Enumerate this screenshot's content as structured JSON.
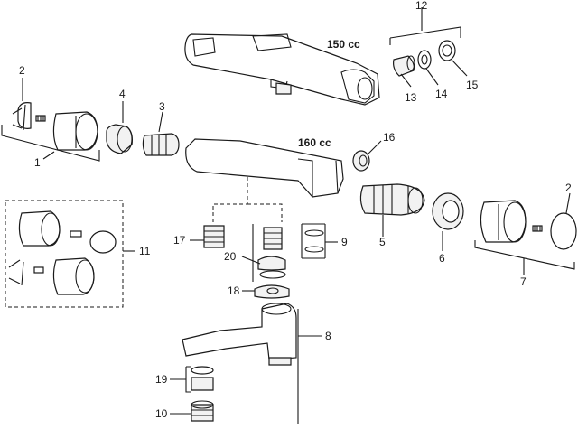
{
  "diagram": {
    "capacity_labels": {
      "upper_body": "150 cc",
      "lower_body": "160 cc"
    },
    "callouts": {
      "c1": "1",
      "c2a": "2",
      "c2b": "2",
      "c3": "3",
      "c4": "4",
      "c5": "5",
      "c6": "6",
      "c7": "7",
      "c8": "8",
      "c9": "9",
      "c10": "10",
      "c11": "11",
      "c12": "12",
      "c13": "13",
      "c14": "14",
      "c15": "15",
      "c16": "16",
      "c17": "17",
      "c18": "18",
      "c19": "19",
      "c20": "20"
    }
  }
}
